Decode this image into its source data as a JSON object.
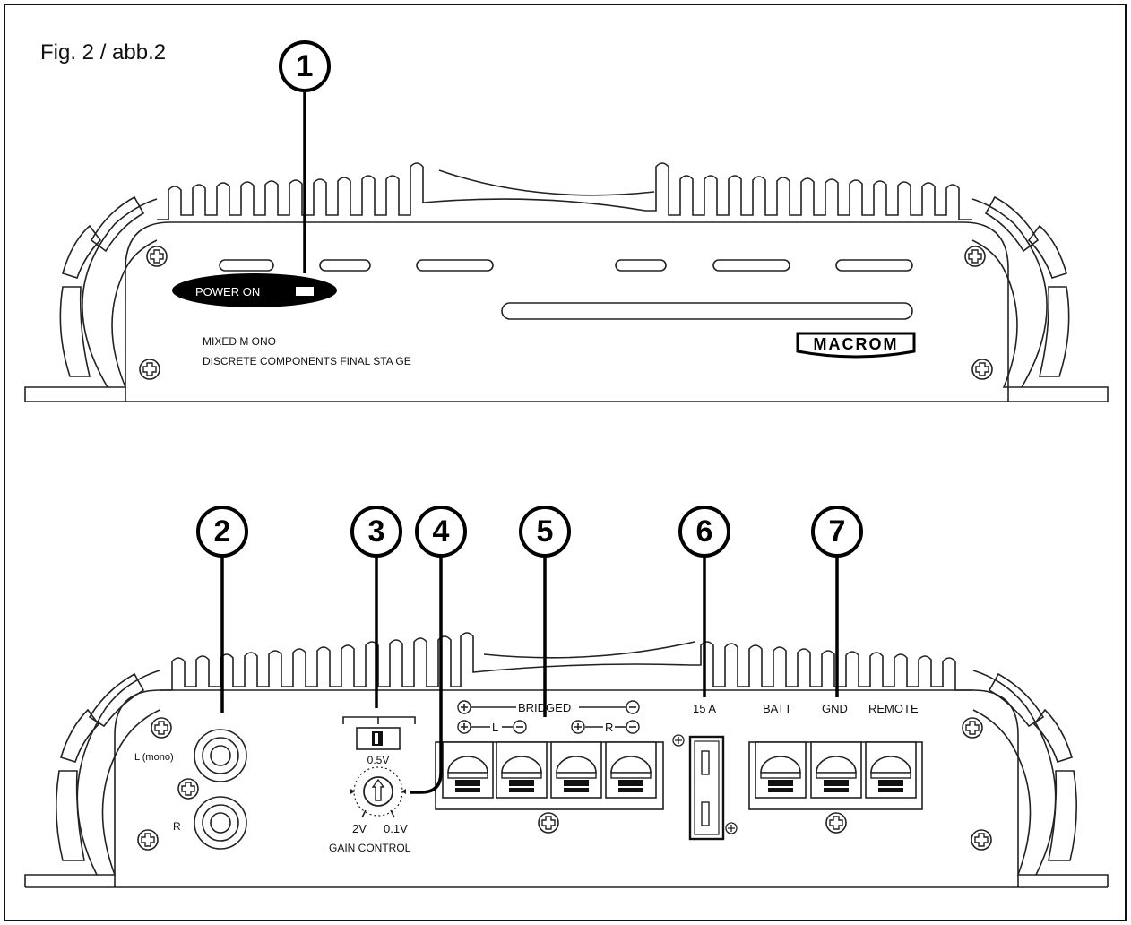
{
  "figure_title": "Fig. 2 / abb.2",
  "callouts": [
    "1",
    "2",
    "3",
    "4",
    "5",
    "6",
    "7"
  ],
  "front_panel": {
    "power_label": "POWER ON",
    "line1": "MIXED M ONO",
    "line2": "DISCRETE COMPONENTS FINAL STA GE",
    "brand": "MACROM"
  },
  "rear_panel": {
    "input_left": "L (mono)",
    "input_right": "R",
    "switch_level": "0.5V",
    "gain_low": "2V",
    "gain_high": "0.1V",
    "gain_label": "GAIN  CONTROL",
    "bridged": "BRIDGED",
    "left_channel": "L",
    "right_channel": "R",
    "fuse": "15 A",
    "batt": "BATT",
    "gnd": "GND",
    "remote": "REMOTE"
  },
  "icons": [
    "screw-icon",
    "plus-icon",
    "minus-icon",
    "ground-icon",
    "arrow-icon"
  ]
}
